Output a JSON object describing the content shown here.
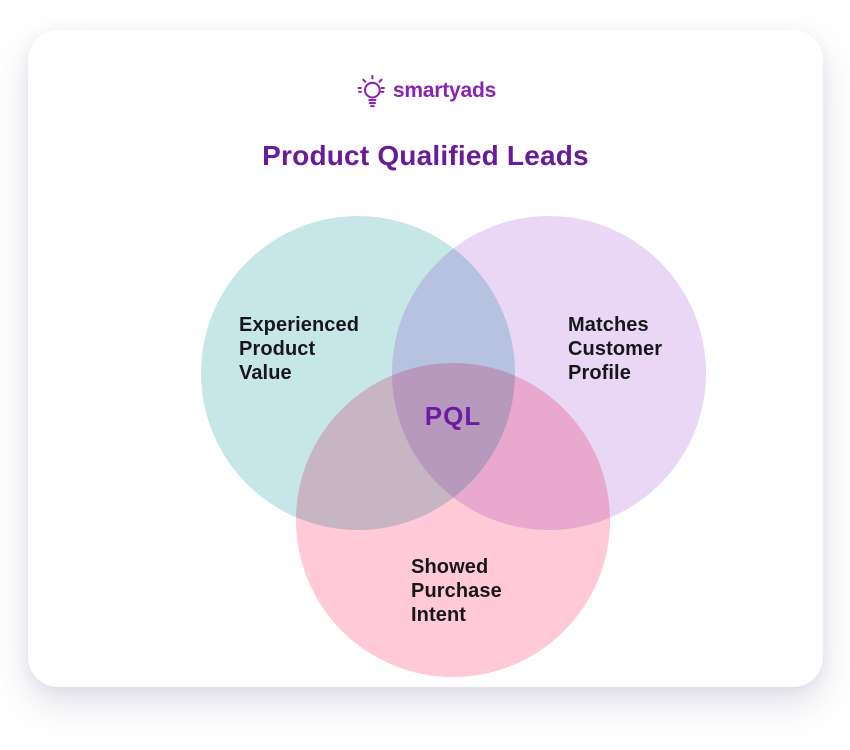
{
  "brand": {
    "name": "smartyads",
    "icon": "lightbulb-icon",
    "color": "#8a24ae"
  },
  "title": {
    "text": "Product Qualified Leads",
    "color": "#6a1b9a"
  },
  "venn": {
    "label_color": "#17171b",
    "center_label": {
      "text": "PQL",
      "color": "#701ba3"
    },
    "circles": [
      {
        "name": "experienced-product-value",
        "color": "#c7e6e8",
        "lines": [
          "Experienced",
          "Product",
          "Value"
        ]
      },
      {
        "name": "matches-customer-profile",
        "color": "#e9d7f5",
        "lines": [
          "Matches",
          "Customer",
          "Profile"
        ]
      },
      {
        "name": "showed-purchase-intent",
        "color": "#ffc9d7",
        "lines": [
          "Showed",
          "Purchase",
          "Intent"
        ]
      }
    ]
  }
}
